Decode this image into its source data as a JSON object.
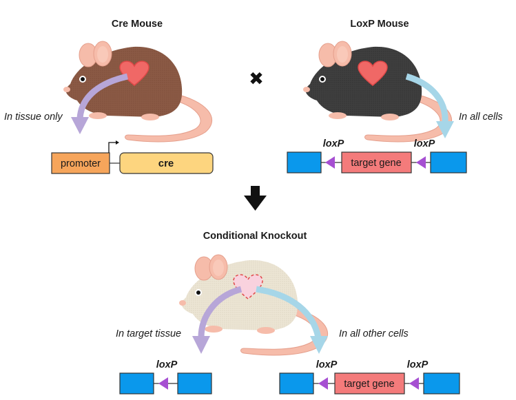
{
  "titles": {
    "cre_mouse": "Cre Mouse",
    "loxp_mouse": "LoxP Mouse",
    "conditional_knockout": "Conditional Knockout"
  },
  "arrow_labels": {
    "cre_tissue": "In tissue only",
    "loxp_cells": "In all cells",
    "ko_target_tissue": "In target tissue",
    "ko_other_cells": "In all other cells"
  },
  "constructs": {
    "cre": {
      "promoter": "promoter",
      "cre": "cre"
    },
    "loxp": {
      "site_left": "loxP",
      "site_right": "loxP",
      "target_gene": "target gene"
    },
    "ko_deleted": {
      "site": "loxP"
    },
    "ko_intact": {
      "site_left": "loxP",
      "site_right": "loxP",
      "target_gene": "target gene"
    }
  },
  "symbols": {
    "cross": "✖",
    "down_arrow": "down-arrow-icon"
  },
  "colors": {
    "cre_mouse_body": "#8b5a45",
    "loxp_mouse_body": "#3c3c3c",
    "ko_mouse_body": "#eae3d1",
    "mouse_pink": "#f6bcaa",
    "heart": "#f06866",
    "heart_outline": "#e04848",
    "ko_heart": "#f9d2de",
    "promoter_box": "#f6a55b",
    "cre_box": "#fdd57f",
    "exon_box": "#0a98ec",
    "target_gene_box": "#f47b7b",
    "loxp_triangle": "#a64fd2",
    "lavender_arrow": "#b7a6d8",
    "light_blue_arrow": "#a6d6e8"
  }
}
